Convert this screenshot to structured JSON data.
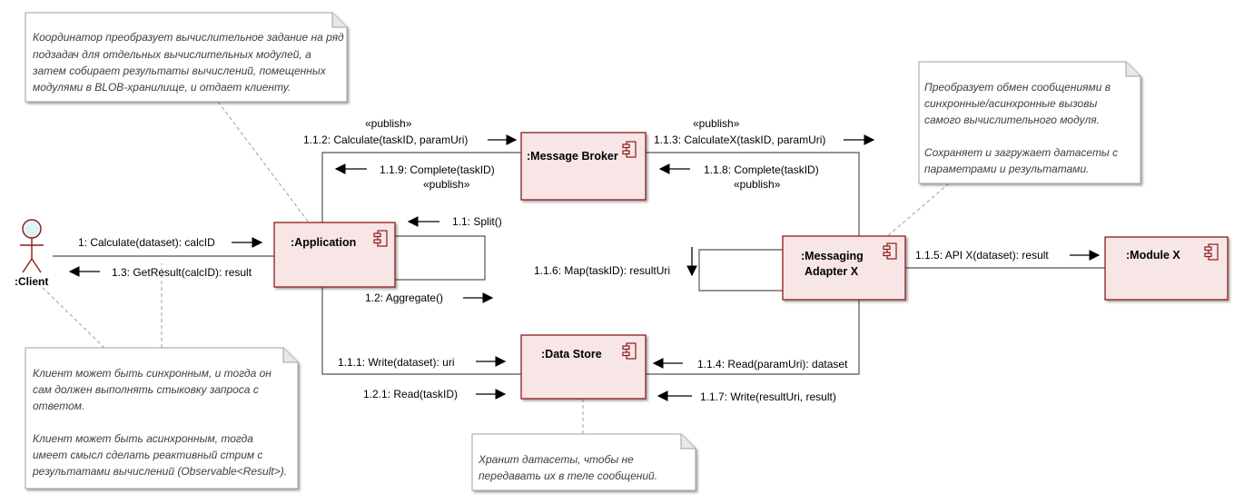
{
  "notes": {
    "coordinator": [
      "Координатор преобразует вычислительное задание на ряд",
      "подзадач для отдельных вычислительных модулей, а",
      "затем собирает результаты вычислений, помещенных",
      "модулями в BLOB-хранилище, и отдает клиенту."
    ],
    "adapter": [
      "Преобразует обмен сообщениями в",
      "синхронные/асинхронные вызовы",
      "самого вычислительного модуля.",
      "",
      "Сохраняет и загружает датасеты с",
      "параметрами и результатами."
    ],
    "client": [
      "Клиент может быть синхронным, и  тогда он",
      "сам должен выполнять стыковку запроса с",
      "ответом.",
      "",
      "Клиент может быть асинхронным, тогда",
      "имеет смысл сделать реактивный стрим с",
      "результатами вычислений (Observable<Result>)."
    ],
    "datastore": [
      "Хранит датасеты, чтобы не",
      "передавать их в теле сообщений."
    ]
  },
  "actor": {
    "label": ":Client"
  },
  "components": {
    "application": ":Application",
    "broker": ":Message Broker",
    "datastore": ":Data Store",
    "adapter_line1": ":Messaging",
    "adapter_line2": "Adapter X",
    "module": ":Module X"
  },
  "messages": {
    "m1": "1: Calculate(dataset): calcID",
    "m13": "1.3: GetResult(calcID): result",
    "m11": "1.1: Split()",
    "m12": "1.2: Aggregate()",
    "m112": "1.1.2: Calculate(taskID, paramUri)",
    "m112_stereo": "«publish»",
    "m119": "1.1.9: Complete(taskID)",
    "m119_stereo": "«publish»",
    "m113": "1.1.3: CalculateX(taskID, paramUri)",
    "m113_stereo": "«publish»",
    "m118": "1.1.8: Complete(taskID)",
    "m118_stereo": "«publish»",
    "m116": "1.1.6: Map(taskID): resultUri",
    "m115": "1.1.5: API X(dataset): result",
    "m111": "1.1.1: Write(dataset): uri",
    "m121": "1.2.1: Read(taskID)",
    "m114": "1.1.4: Read(paramUri): dataset",
    "m117": "1.1.7: Write(resultUri, result)"
  },
  "colors": {
    "component_fill": "#f8e6e6",
    "component_border": "#8b1a1a",
    "note_fill": "#ffffff",
    "note_border": "#a0a0a0",
    "line": "#555555",
    "actor_head": "#e0f4f8"
  }
}
